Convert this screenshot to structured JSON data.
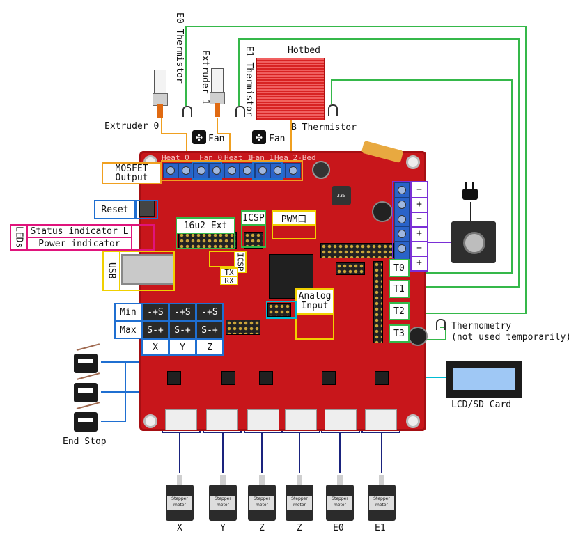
{
  "labels": {
    "e0_thermistor": "E0 Thermistor",
    "extruder_1": "Extruder 1",
    "e1_thermistor": "E1 Thermistor",
    "hotbed": "Hotbed",
    "extruder_0": "Extruder 0",
    "b_thermistor": "B Thermistor",
    "fan_left": "Fan",
    "fan_right": "Fan",
    "mosfet_output": "MOSFET Output",
    "reset": "Reset",
    "leds": "LEDs",
    "status_indicator": "Status indicator L",
    "power_indicator": "Power indicator",
    "usb": "USB",
    "ext_16u2": "16u2 Ext",
    "icsp_top": "ICSP",
    "pwm": "PWM口",
    "icsp_side": "ICSP",
    "tx": "TX",
    "rx": "RX",
    "analog_input": "Analog Input",
    "min": "Min",
    "max": "Max",
    "axis_x": "X",
    "axis_y": "Y",
    "axis_z": "Z",
    "end_stop": "End Stop",
    "t0": "T0",
    "t1": "T1",
    "t2": "T2",
    "t3": "T3",
    "thermometry": "Thermometry",
    "thermometry_note": "(not used temporarily)",
    "lcd_sd_card": "LCD/SD Card",
    "minmax_top": "-+S",
    "minmax_bottom": "S-+"
  },
  "board_silk": {
    "heat0": "Heat 0",
    "fan0": "Fan 0",
    "heat1": "Heat 1",
    "fan1": "Fan 1",
    "heat2": "Hea 2-Bed"
  },
  "power_polarity": [
    "−",
    "+",
    "−",
    "+",
    "−",
    "+"
  ],
  "stepper_motor_text": "Stepper motor",
  "motor_labels": [
    "X",
    "Y",
    "Z",
    "Z",
    "E0",
    "E1"
  ],
  "colors": {
    "board": "#c8161b",
    "mosfet": "#f0a020",
    "endstop": "#1f6fd1",
    "green": "#35b84a",
    "yellow": "#f0d000",
    "leds": "#e0147c",
    "power": "#7a2fd6",
    "lcd": "#00bcd4",
    "motor": "#1a237e"
  }
}
